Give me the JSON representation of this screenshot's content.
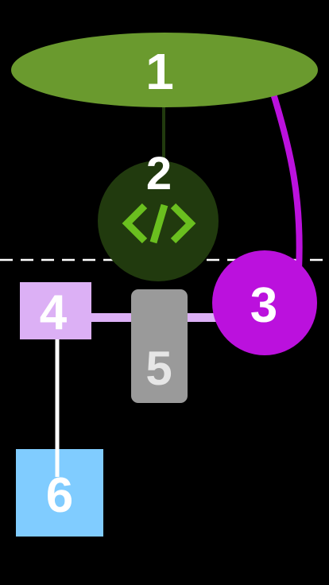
{
  "colors": {
    "background": "#000000",
    "node_1": "#6a9a2e",
    "node_2": "#213a0e",
    "node_2_icon": "#6abf1f",
    "node_3": "#bb11dd",
    "node_4": "#dcb0f5",
    "node_5": "#9a9a9a",
    "node_6": "#80ccff",
    "edge_1_2": "#213a0e",
    "edge_1_3": "#bb11dd",
    "edge_4_3": "#dcb0f5",
    "edge_4_6": "#ffffff",
    "divider": "#ffffff",
    "label_light": "#ffffff",
    "label_dim": "#e6e6e6"
  },
  "nodes": {
    "n1": {
      "label": "1",
      "shape": "ellipse"
    },
    "n2": {
      "label": "2",
      "shape": "circle",
      "icon": "code-icon"
    },
    "n3": {
      "label": "3",
      "shape": "circle"
    },
    "n4": {
      "label": "4",
      "shape": "square"
    },
    "n5": {
      "label": "5",
      "shape": "rounded-rectangle"
    },
    "n6": {
      "label": "6",
      "shape": "square"
    }
  },
  "edges": [
    {
      "from": "1",
      "to": "2"
    },
    {
      "from": "1",
      "to": "3"
    },
    {
      "from": "4",
      "to": "3"
    },
    {
      "from": "4",
      "to": "6"
    }
  ]
}
